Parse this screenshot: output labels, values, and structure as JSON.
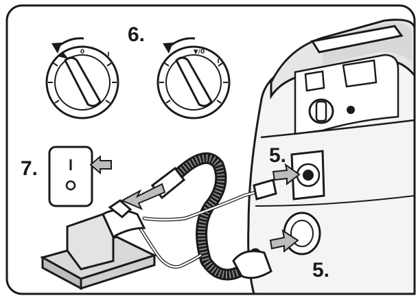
{
  "steps": {
    "dials": "6.",
    "switch": "7.",
    "socket": "5.",
    "inlet": "5."
  },
  "dial_left": {
    "marks": [
      "0",
      "I"
    ]
  },
  "dial_right": {
    "marks": [
      "▼/0",
      "I"
    ]
  },
  "switch_marks": {
    "on": "I",
    "off": "O"
  },
  "colors": {
    "line": "#1a1a1a",
    "arrow_fill": "#bdbdbd",
    "shade": "#d9d9d9",
    "background": "#ffffff"
  }
}
